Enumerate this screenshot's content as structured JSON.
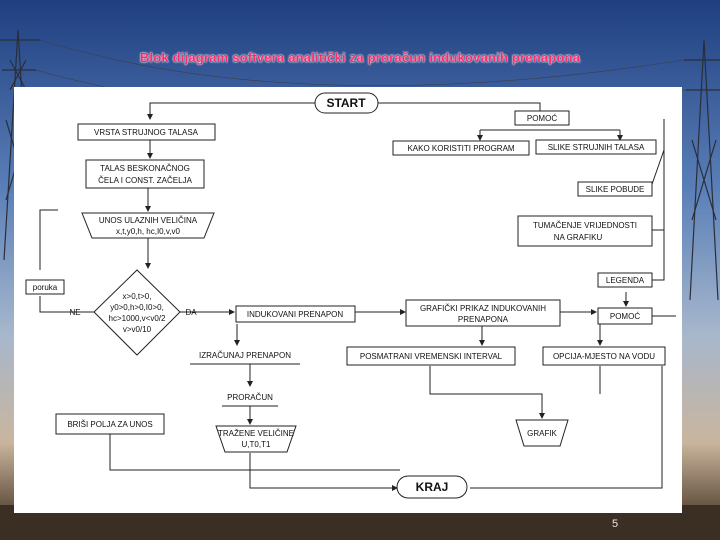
{
  "title": "Blok dijagram softvera analitički za proračun indukovanih prenapona",
  "page_number": "5",
  "colors": {
    "title": "#ff2a6a",
    "line": "#222222",
    "panel": "#ffffff"
  },
  "nodes": {
    "start": "START",
    "vrsta": "VRSTA STRUJNOG TALASA",
    "talas_1": "TALAS BESKONAČNOG",
    "talas_2": "ČELA I CONST. ZAČELJA",
    "unos_1": "UNOS ULAZNIH VELIČINA",
    "unos_2": "x,t,y0,h, hc,I0,v,v0",
    "poruka": "poruka",
    "dec_1": "x>0,t>0,",
    "dec_2": "y0>0,h>0,I0>0,",
    "dec_3": "hc>1000,v<v0/2",
    "dec_4": "v>v0/10",
    "ne": "NE",
    "da": "DA",
    "indukovani": "INDUKOVANI PRENAPON",
    "izracunaj": "IZRAČUNAJ PRENAPON",
    "proracun": "PRORAČUN",
    "trazene_1": "TRAŽENE VELIČINE",
    "trazene_2": "U,T0,T1",
    "brisi": "BRIŠI POLJA ZA UNOS",
    "kraj": "KRAJ",
    "pomoc_top": "POMOĆ",
    "kako": "KAKO KORISTITI PROGRAM",
    "slike_talasa": "SLIKE STRUJNIH TALASA",
    "slike_pobude": "SLIKE POBUDE",
    "tumacenje_1": "TUMAČENJE VRIJEDNOSTI",
    "tumacenje_2": "NA GRAFIKU",
    "legenda": "LEGENDA",
    "graficki_1": "GRAFIČKI PRIKAZ INDUKOVANIH",
    "graficki_2": "PRENAPONA",
    "pomoc_right": "POMOĆ",
    "posmatrani": "POSMATRANI VREMENSKI INTERVAL",
    "opcija": "OPCIJA-MJESTO NA VODU",
    "grafik": "GRAFIK"
  }
}
